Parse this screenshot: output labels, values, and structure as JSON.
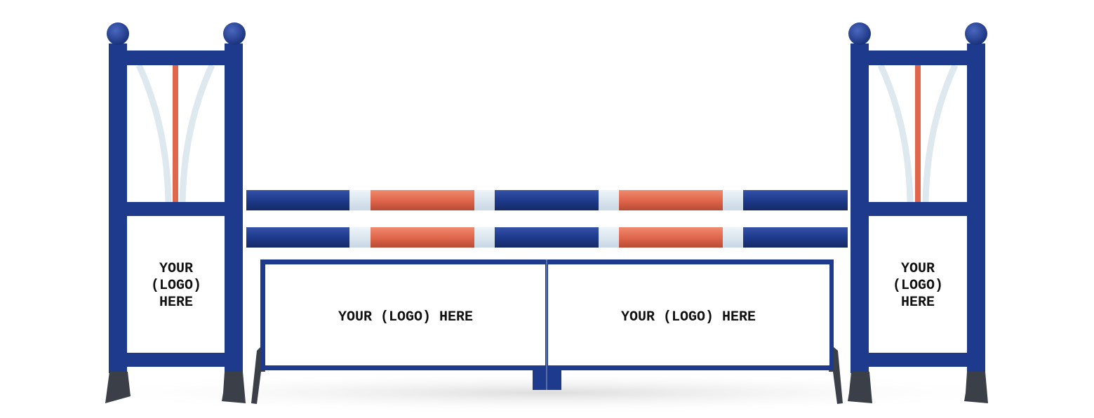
{
  "left_standard": {
    "logo_lines": [
      "YOUR",
      "(LOGO)",
      "HERE"
    ]
  },
  "right_standard": {
    "logo_lines": [
      "YOUR",
      "(LOGO)",
      "HERE"
    ]
  },
  "gate": {
    "left_panel_text": "YOUR (LOGO) HERE",
    "right_panel_text": "YOUR (LOGO) HERE"
  },
  "colors": {
    "blue": "#1e3a8c",
    "orange": "#e0674c",
    "light": "#dbe8f0",
    "foot": "#3a3f48"
  }
}
